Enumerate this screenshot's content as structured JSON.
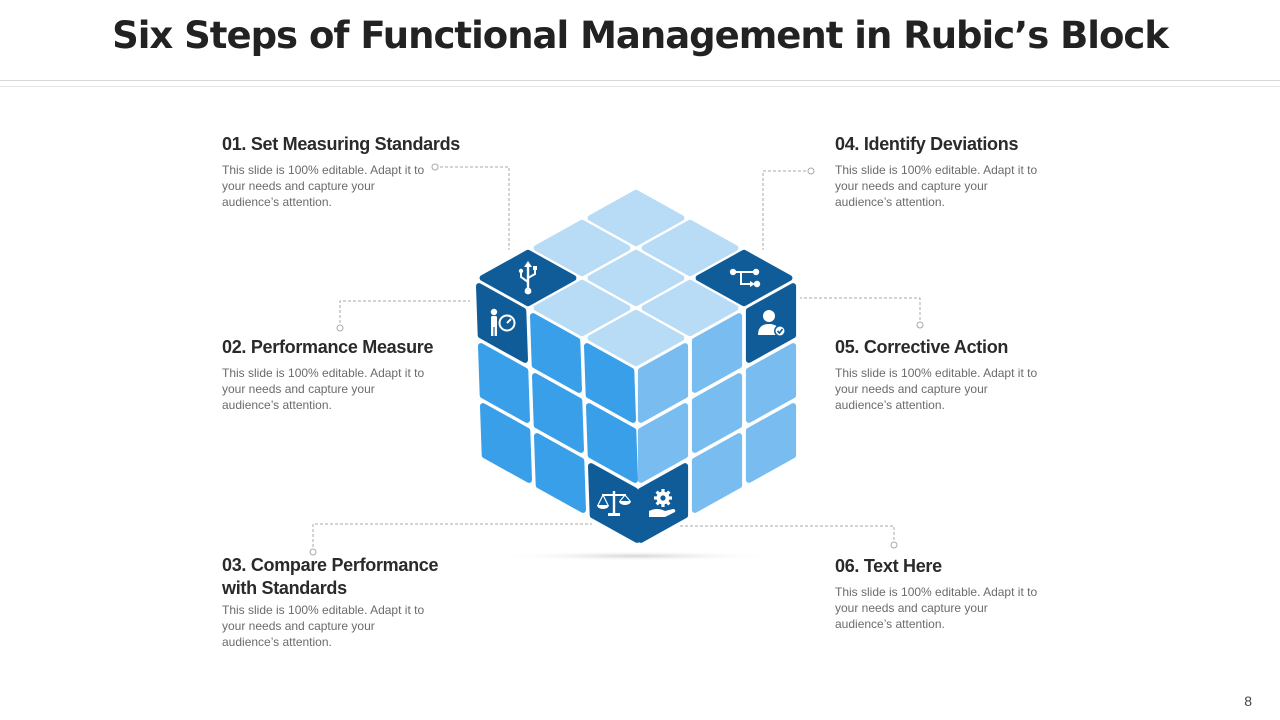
{
  "title": "Six Steps of Functional Management in Rubic’s Block",
  "page_number": "8",
  "colors": {
    "top_face": "#b9dcf6",
    "left_face": "#399fe9",
    "right_face": "#79bdf0",
    "icon_tile": "#0f5c99"
  },
  "steps": [
    {
      "title": "01. Set Measuring Standards",
      "description": "This slide is 100% editable. Adapt it to your needs and capture your audience’s attention.",
      "icon": "usb-icon"
    },
    {
      "title": "02. Performance Measure",
      "description": "This slide is 100% editable. Adapt it to your needs and capture your audience’s attention.",
      "icon": "person-gauge-icon"
    },
    {
      "title": "03. Compare Performance with Standards",
      "description": "This slide is 100% editable. Adapt it to your needs and capture your audience’s attention.",
      "icon": "balance-scale-icon"
    },
    {
      "title": "04. Identify Deviations",
      "description": "This slide is 100% editable. Adapt it to your needs and capture your audience’s attention.",
      "icon": "flow-diagram-icon"
    },
    {
      "title": "05. Corrective Action",
      "description": "This slide is 100% editable. Adapt it to your needs and capture your audience’s attention.",
      "icon": "user-check-icon"
    },
    {
      "title": "06. Text Here",
      "description": "This slide is 100% editable. Adapt it to your needs and capture your audience’s attention.",
      "icon": "hand-gear-icon"
    }
  ]
}
